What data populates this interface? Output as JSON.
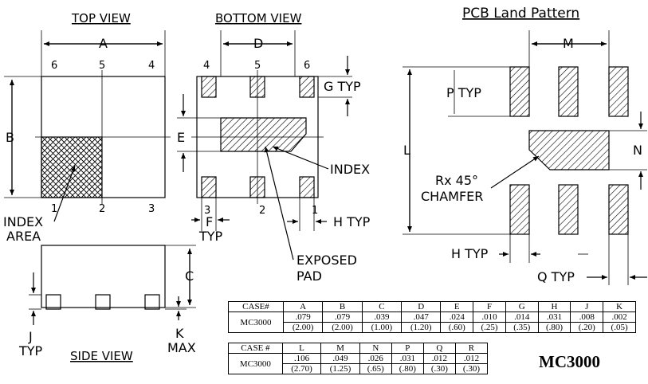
{
  "views": {
    "top_title": "TOP VIEW",
    "bottom_title": "BOTTOM VIEW",
    "pcb_title": "PCB Land Pattern",
    "side_title": "SIDE VIEW"
  },
  "labels": {
    "A": "A",
    "B": "B",
    "C": "C",
    "D": "D",
    "E": "E",
    "F": "F",
    "F_typ": "TYP",
    "G_typ": "G TYP",
    "H_typ": "H TYP",
    "J": "J",
    "J_typ": "TYP",
    "K": "K",
    "K_max": "MAX",
    "L": "L",
    "M": "M",
    "N": "N",
    "P_typ": "P TYP",
    "Q_typ": "Q TYP",
    "index": "INDEX",
    "index_area_1": "INDEX",
    "index_area_2": "AREA",
    "exposed_1": "EXPOSED",
    "exposed_2": "PAD",
    "chamfer_1": "Rx 45°",
    "chamfer_2": "CHAMFER"
  },
  "pins": {
    "top": [
      "6",
      "5",
      "4",
      "1",
      "2",
      "3"
    ],
    "bottom": [
      "4",
      "5",
      "6",
      "3",
      "2",
      "1"
    ]
  },
  "table1": {
    "head": [
      "CASE#",
      "A",
      "B",
      "C",
      "D",
      "E",
      "F",
      "G",
      "H",
      "J",
      "K"
    ],
    "case": "MC3000",
    "inch": [
      ".079",
      ".079",
      ".039",
      ".047",
      ".024",
      ".010",
      ".014",
      ".031",
      ".008",
      ".002"
    ],
    "mm": [
      "(2.00)",
      "(2.00)",
      "(1.00)",
      "(1.20)",
      "(.60)",
      "(.25)",
      "(.35)",
      "(.80)",
      "(.20)",
      "(.05)"
    ]
  },
  "table2": {
    "head": [
      "CASE #",
      "L",
      "M",
      "N",
      "P",
      "Q",
      "R"
    ],
    "case": "MC3000",
    "inch": [
      ".106",
      ".049",
      ".026",
      ".031",
      ".012",
      ".012"
    ],
    "mm": [
      "(2.70)",
      "(1.25)",
      "(.65)",
      "(.80)",
      "(.30)",
      "(.30)"
    ]
  },
  "brand": "MC3000"
}
